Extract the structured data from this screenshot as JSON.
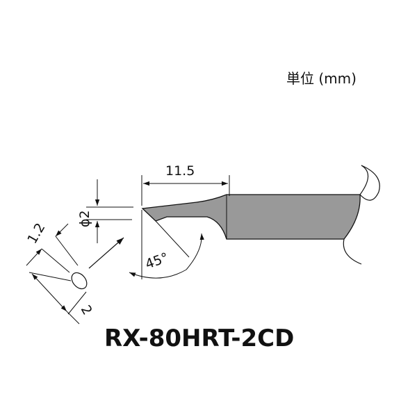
{
  "unit_label": "単位 (mm)",
  "model_name": "RX-80HRT-2CD",
  "dimensions": {
    "tip_length": "11.5",
    "tip_diameter": "ϕ2",
    "bevel_angle": "45°",
    "face_height": "1.2",
    "face_width": "2"
  },
  "colors": {
    "tip_fill": "#999999",
    "line": "#111111"
  }
}
